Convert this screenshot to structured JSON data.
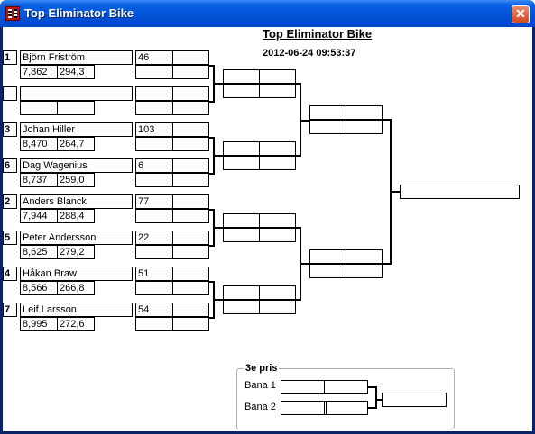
{
  "window": {
    "title": "Top Eliminator Bike",
    "close_glyph": "✕"
  },
  "header": {
    "heading": "Top Eliminator Bike",
    "datetime": "2012-06-24 09:53:37"
  },
  "entries": [
    {
      "seed": "1",
      "name": "Björn Friström",
      "rt": "7,862",
      "speed": "294,3",
      "num": "46"
    },
    {
      "seed": "",
      "name": "",
      "rt": "",
      "speed": "",
      "num": ""
    },
    {
      "seed": "3",
      "name": "Johan Hiller",
      "rt": "8,470",
      "speed": "264,7",
      "num": "103"
    },
    {
      "seed": "6",
      "name": "Dag Wagenius",
      "rt": "8,737",
      "speed": "259,0",
      "num": "6"
    },
    {
      "seed": "2",
      "name": "Anders Blanck",
      "rt": "7,944",
      "speed": "288,4",
      "num": "77"
    },
    {
      "seed": "5",
      "name": "Peter Andersson",
      "rt": "8,625",
      "speed": "279,2",
      "num": "22"
    },
    {
      "seed": "4",
      "name": "Håkan Braw",
      "rt": "8,566",
      "speed": "266,8",
      "num": "51"
    },
    {
      "seed": "7",
      "name": "Leif Larsson",
      "rt": "8,995",
      "speed": "272,6",
      "num": "54"
    }
  ],
  "third_place": {
    "title": "3e pris",
    "lane1": "Bana 1",
    "lane2": "Bana 2"
  }
}
